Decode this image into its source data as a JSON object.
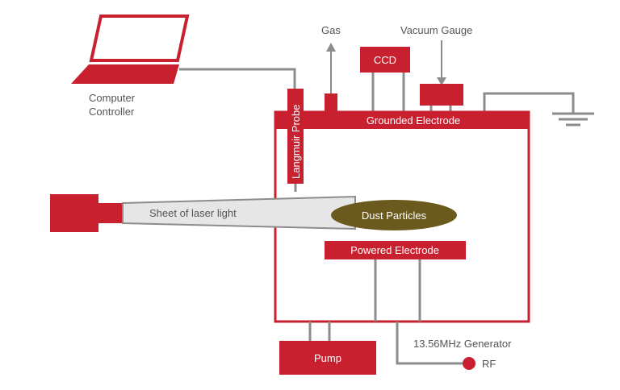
{
  "labels": {
    "computer_line1": "Computer",
    "computer_line2": "Controller",
    "gas": "Gas",
    "vacuum_gauge": "Vacuum Gauge",
    "ccd": "CCD",
    "langmuir_probe": "Langmuir Probe",
    "grounded_electrode": "Grounded Electrode",
    "laser_sheet": "Sheet of laser light",
    "dust_particles": "Dust Particles",
    "powered_electrode": "Powered Electrode",
    "generator": "13.56MHz Generator",
    "pump": "Pump",
    "rf": "RF"
  },
  "colors": {
    "accent_red": "#c8202f",
    "line_gray": "#8c8c8c",
    "dust_fill": "#6b5a1e",
    "laser_fill": "#e6e6e6",
    "text_gray": "#555555"
  }
}
